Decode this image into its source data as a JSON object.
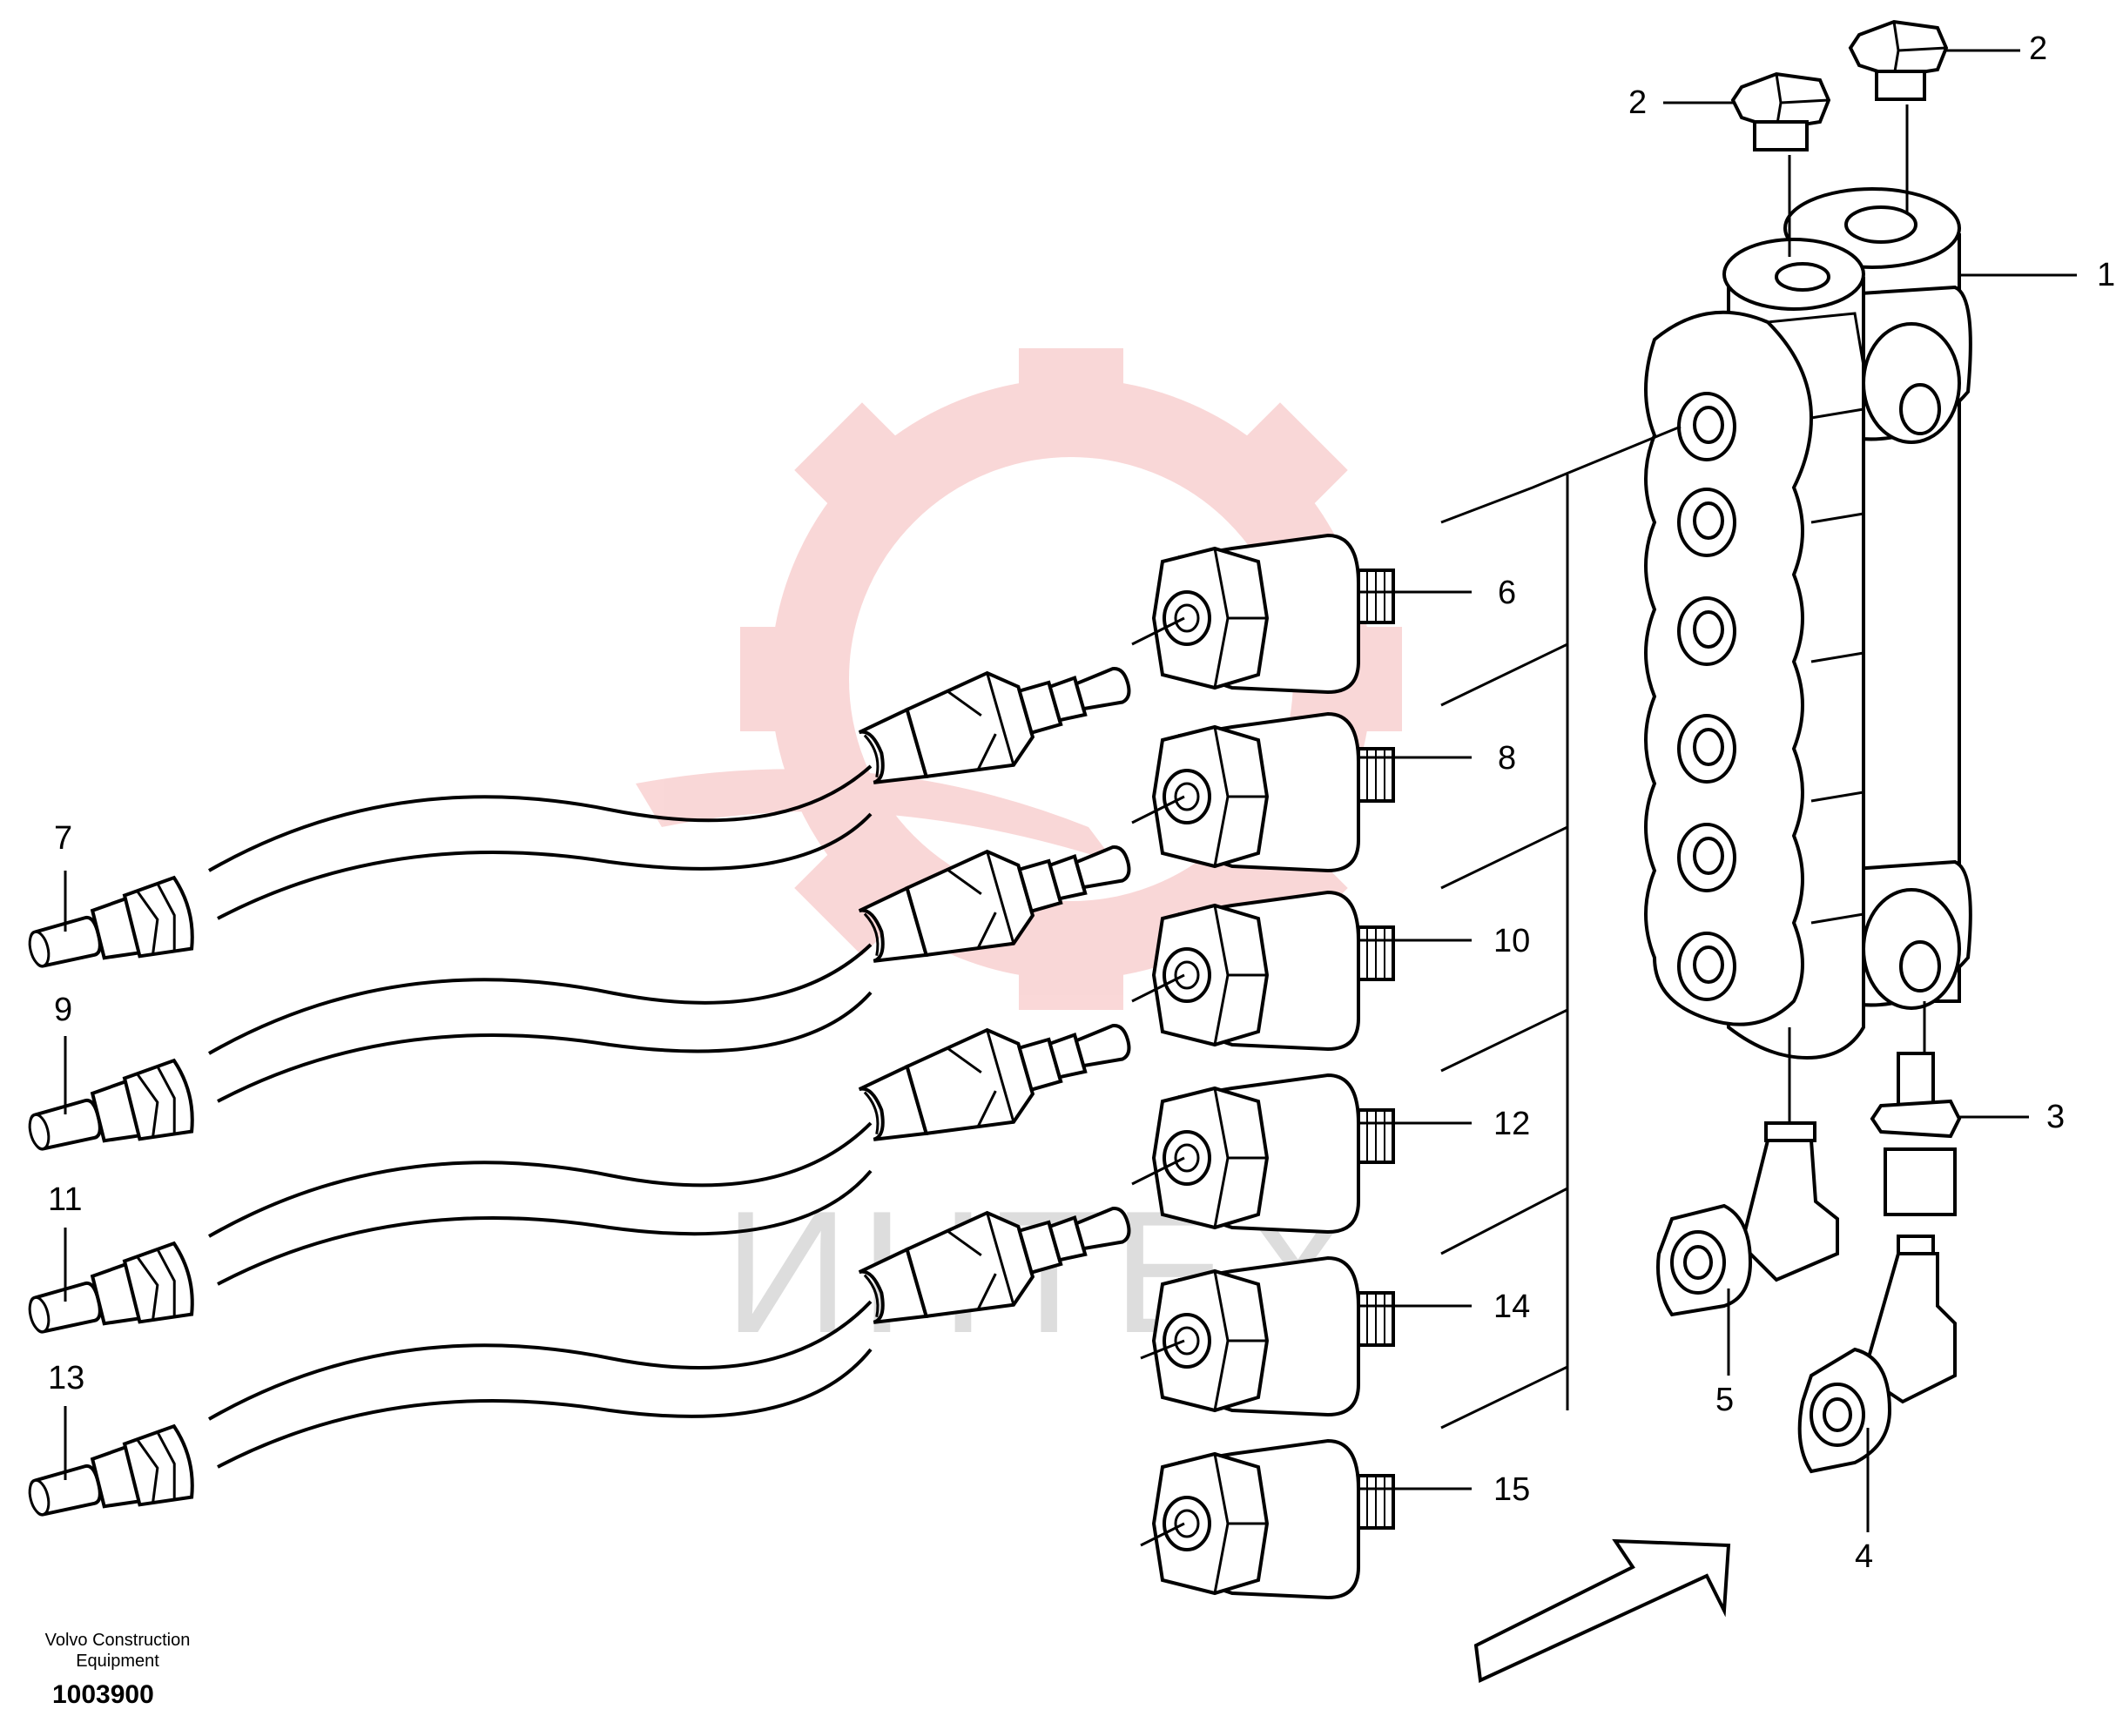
{
  "callouts": {
    "c1": "1",
    "c2a": "2",
    "c2b": "2",
    "c3": "3",
    "c4": "4",
    "c5": "5",
    "c6": "6",
    "c7": "7",
    "c8": "8",
    "c9": "9",
    "c10": "10",
    "c11": "11",
    "c12": "12",
    "c13": "13",
    "c14": "14",
    "c15": "15"
  },
  "caption": {
    "company_line1": "Volvo Construction",
    "company_line2": "Equipment",
    "drawing_number": "1003900"
  },
  "watermark": {
    "text": "ИНТЕХ",
    "color": "#f5b8b8"
  }
}
